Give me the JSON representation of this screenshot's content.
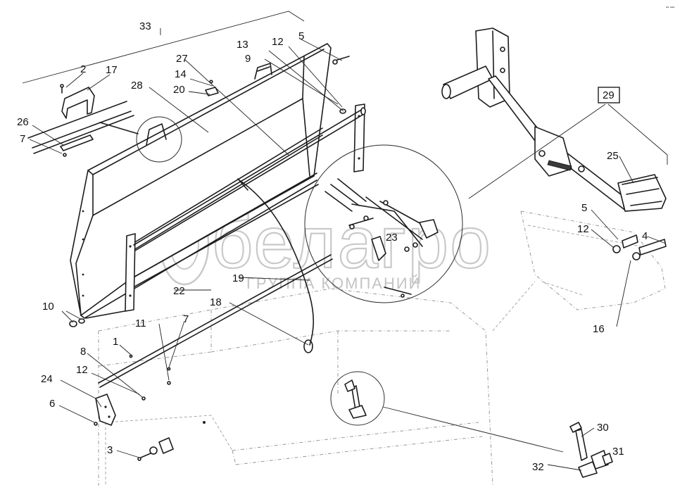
{
  "watermark": {
    "brand": "белагро",
    "tagline": "ГРУППА КОМПАНИЙ"
  },
  "corner_mark": "▪▪ ▪▪▪",
  "frame_label": "29",
  "callouts": [
    {
      "id": "c33",
      "label": "33"
    },
    {
      "id": "c2",
      "label": "2"
    },
    {
      "id": "c17",
      "label": "17"
    },
    {
      "id": "c27",
      "label": "27"
    },
    {
      "id": "c13",
      "label": "13"
    },
    {
      "id": "c12a",
      "label": "12"
    },
    {
      "id": "c5a",
      "label": "5"
    },
    {
      "id": "c9",
      "label": "9"
    },
    {
      "id": "c14",
      "label": "14"
    },
    {
      "id": "c20",
      "label": "20"
    },
    {
      "id": "c28",
      "label": "28"
    },
    {
      "id": "c26",
      "label": "26"
    },
    {
      "id": "c7a",
      "label": "7"
    },
    {
      "id": "c25",
      "label": "25"
    },
    {
      "id": "c5b",
      "label": "5"
    },
    {
      "id": "c12b",
      "label": "12"
    },
    {
      "id": "c4",
      "label": "4"
    },
    {
      "id": "c16",
      "label": "16"
    },
    {
      "id": "c23",
      "label": "23"
    },
    {
      "id": "c19",
      "label": "19"
    },
    {
      "id": "c22",
      "label": "22"
    },
    {
      "id": "c18",
      "label": "18"
    },
    {
      "id": "c10",
      "label": "10"
    },
    {
      "id": "c11",
      "label": "11"
    },
    {
      "id": "c7b",
      "label": "7"
    },
    {
      "id": "c1",
      "label": "1"
    },
    {
      "id": "c8",
      "label": "8"
    },
    {
      "id": "c12c",
      "label": "12"
    },
    {
      "id": "c24",
      "label": "24"
    },
    {
      "id": "c6",
      "label": "6"
    },
    {
      "id": "c3",
      "label": "3"
    },
    {
      "id": "c30",
      "label": "30"
    },
    {
      "id": "c31",
      "label": "31"
    },
    {
      "id": "c32",
      "label": "32"
    }
  ],
  "colors": {
    "line": "#1c1c1c",
    "dashed": "#9a9a9a",
    "watermark": "#c9c9c9",
    "background": "#ffffff"
  }
}
